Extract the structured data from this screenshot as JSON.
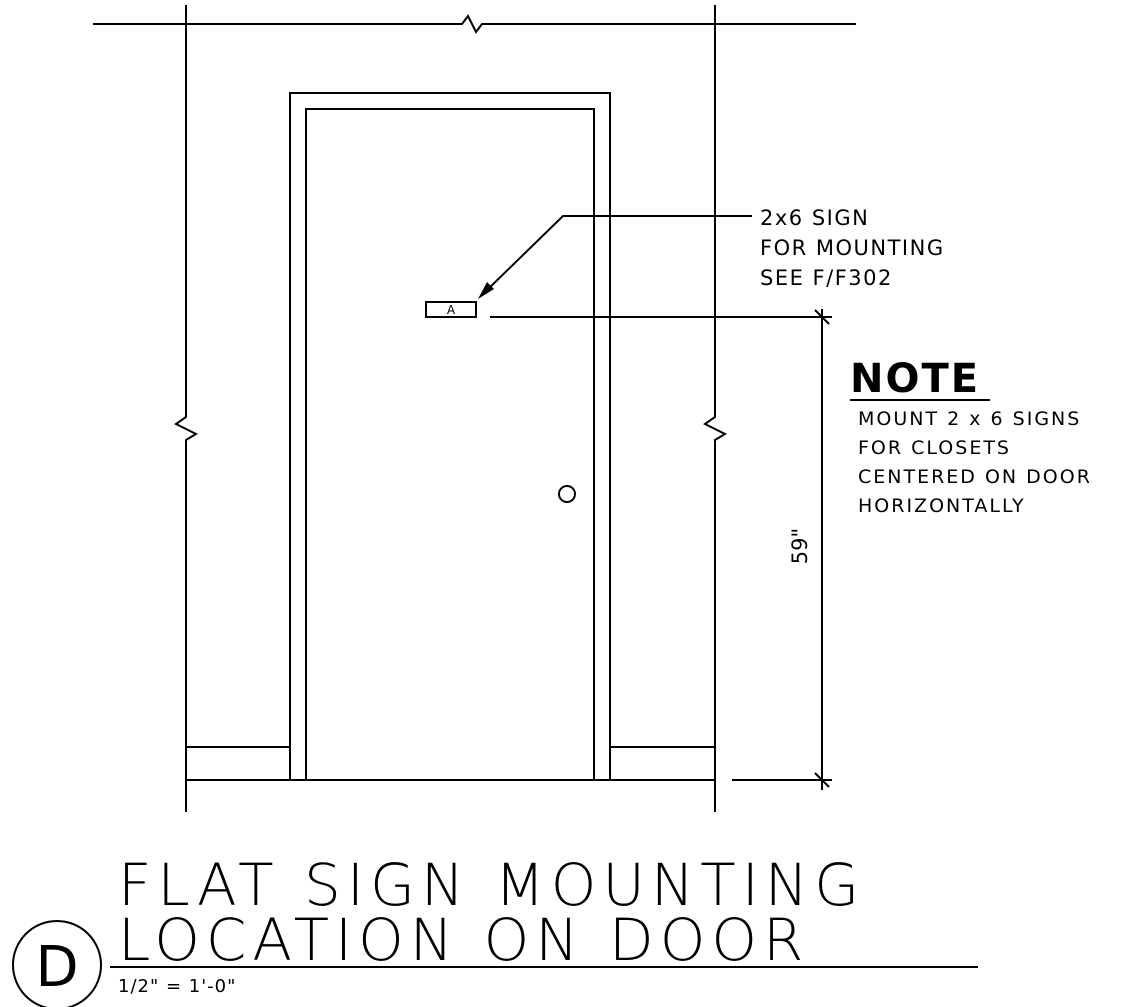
{
  "drawing": {
    "title_line1": "FLAT SIGN MOUNTING",
    "title_line2": "LOCATION ON DOOR",
    "detail_letter": "D",
    "scale": "1/2\" = 1'-0\""
  },
  "sign": {
    "label": "A"
  },
  "callout": {
    "line1": "2x6 SIGN",
    "line2": "FOR MOUNTING",
    "line3": "SEE F/F302"
  },
  "dimension": {
    "value": "59\""
  },
  "note": {
    "heading": "NOTE",
    "lines": [
      "MOUNT 2 x 6 SIGNS",
      "FOR CLOSETS",
      "CENTERED ON DOOR",
      "HORIZONTALLY"
    ]
  }
}
